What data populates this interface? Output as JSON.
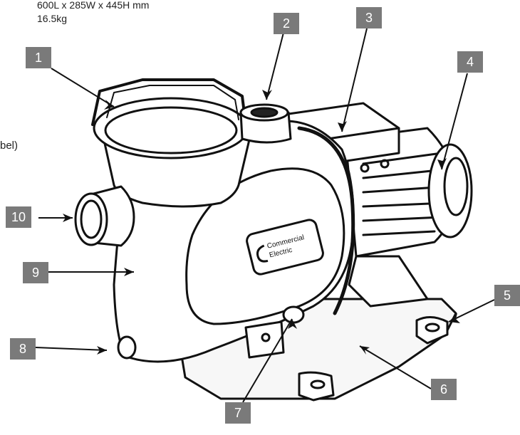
{
  "specs": {
    "dimensions": "600L x 285W x 445H mm",
    "weight": "16.5kg"
  },
  "cut_text": "bel)",
  "brand": {
    "line1": "Commercial",
    "line2": "Electric"
  },
  "callouts": [
    "1",
    "2",
    "3",
    "4",
    "5",
    "6",
    "7",
    "8",
    "9",
    "10"
  ],
  "colors": {
    "callout_bg": "#7a7a7a",
    "callout_text": "#ffffff",
    "line": "#111111"
  }
}
